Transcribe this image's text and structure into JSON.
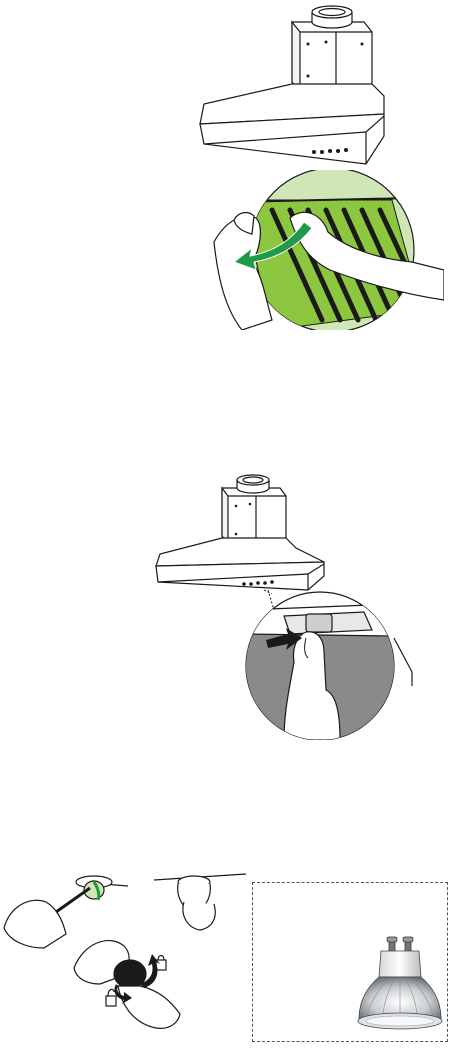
{
  "page": {
    "background": "#ffffff",
    "line_color": "#1a1a1a",
    "filter_green": "#8dc63f",
    "arrow_green": "#1f9a4a",
    "shadow_gray": "#8a8a8a"
  },
  "figures": [
    {
      "name": "hood-overview-top",
      "icon": "range-hood-icon"
    },
    {
      "name": "grease-filter-removal",
      "icon": "filter-removal-icon"
    },
    {
      "name": "hood-overview-middle",
      "icon": "range-hood-icon"
    },
    {
      "name": "control-button-press",
      "icon": "press-button-icon"
    },
    {
      "name": "lamp-replacement",
      "icon": "lamp-replacement-icon"
    },
    {
      "name": "halogen-bulb",
      "icon": "gu10-bulb-icon"
    }
  ]
}
